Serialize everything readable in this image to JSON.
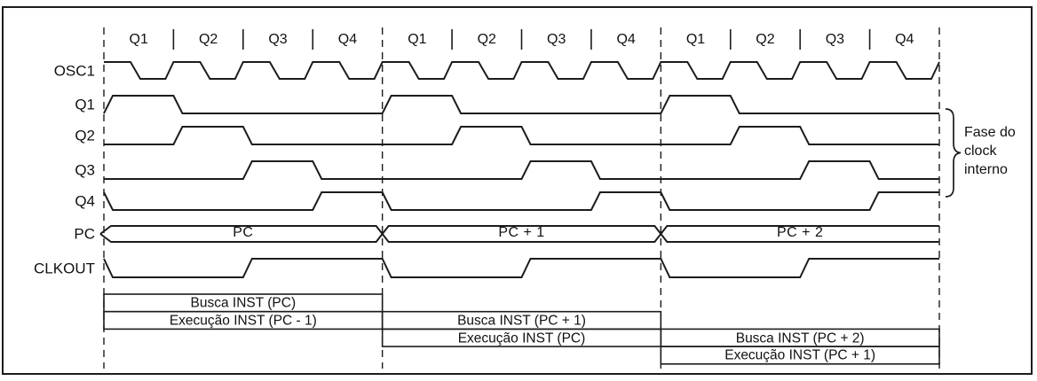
{
  "signal_labels": [
    "OSC1",
    "Q1",
    "Q2",
    "Q3",
    "Q4",
    "PC",
    "CLKOUT"
  ],
  "cycles": [
    {
      "quarters": [
        "Q1",
        "Q2",
        "Q3",
        "Q4"
      ],
      "pc_value": "PC",
      "fetch": "Busca INST (PC)",
      "execute": "Execução INST (PC - 1)"
    },
    {
      "quarters": [
        "Q1",
        "Q2",
        "Q3",
        "Q4"
      ],
      "pc_value": "PC + 1",
      "fetch": "Busca INST (PC + 1)",
      "execute": "Execução INST (PC)"
    },
    {
      "quarters": [
        "Q1",
        "Q2",
        "Q3",
        "Q4"
      ],
      "pc_value": "PC + 2",
      "fetch": "Busca INST (PC + 2)",
      "execute": "Execução INST (PC + 1)"
    }
  ],
  "side_note": {
    "lines": [
      "Fase do",
      "clock",
      "interno"
    ]
  },
  "waveforms": {
    "OSC1": "square clock, 4 pulses per instruction cycle, rising edge at each quarter start",
    "Q1": "high during quarter 1 of each cycle",
    "Q2": "high during quarter 2 of each cycle",
    "Q3": "high during quarter 3 of each cycle",
    "Q4": "high during quarter 4 of each cycle",
    "PC": "bus value changes at each cycle boundary",
    "CLKOUT": "low during Q1-Q2, high during Q3-Q4"
  },
  "colors": {
    "line": "#1c1c1c",
    "background": "#ffffff"
  }
}
